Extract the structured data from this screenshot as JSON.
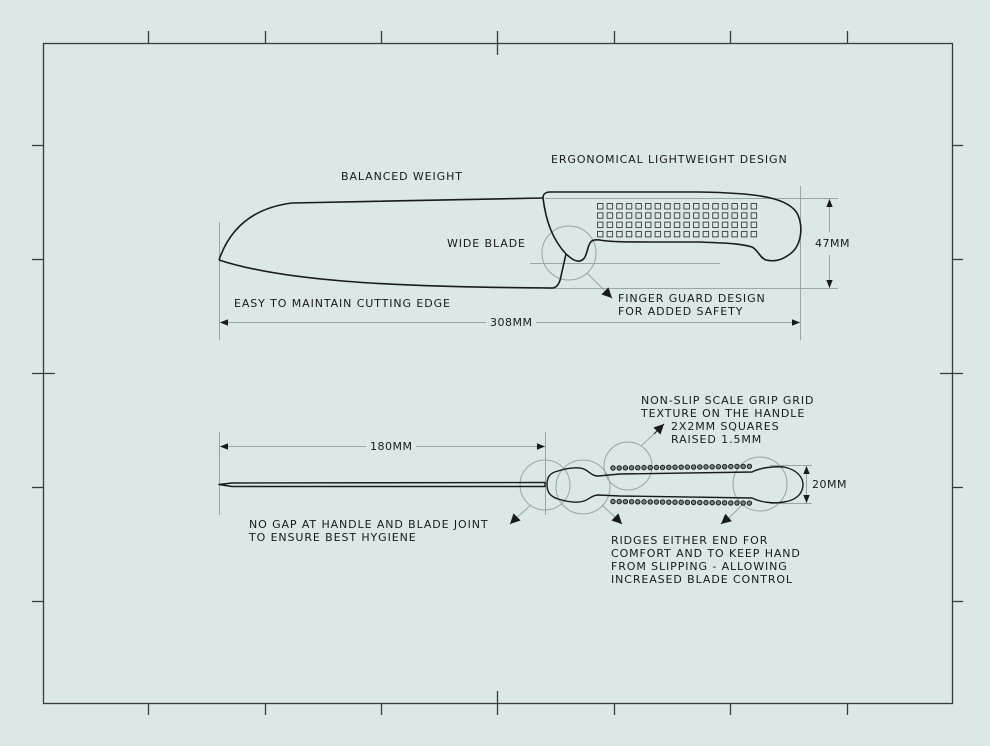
{
  "drawing": {
    "type": "technical-drawing",
    "subject": "knife",
    "colors": {
      "background": "#dbe8e7",
      "line": "#1a1a1a",
      "frame": "#3a3a3a",
      "construction": "#9aa5a5"
    }
  },
  "side_view": {
    "labels": {
      "balanced_weight": "BALANCED WEIGHT",
      "ergonomic": "ERGONOMICAL LIGHTWEIGHT DESIGN",
      "wide_blade": "WIDE BLADE",
      "cutting_edge": "EASY TO MAINTAIN CUTTING EDGE",
      "finger_guard_line1": "FINGER GUARD DESIGN",
      "finger_guard_line2": "FOR ADDED SAFETY"
    },
    "dimensions": {
      "length": "308MM",
      "height": "47MM"
    },
    "grip_grid": {
      "columns": 17,
      "rows": 4
    }
  },
  "top_view": {
    "labels": {
      "grip_line1": "NON-SLIP SCALE GRIP GRID",
      "grip_line2": "TEXTURE ON THE HANDLE",
      "grip_line3": "2X2MM SQUARES",
      "grip_line4": "RAISED 1.5MM",
      "joint_line1": "NO GAP AT HANDLE AND BLADE JOINT",
      "joint_line2": "TO ENSURE BEST HYGIENE",
      "ridges_line1": "RIDGES EITHER END FOR",
      "ridges_line2": "COMFORT AND TO KEEP HAND",
      "ridges_line3": "FROM SLIPPING - ALLOWING",
      "ridges_line4": "INCREASED BLADE CONTROL"
    },
    "dimensions": {
      "blade_length": "180MM",
      "handle_width": "20MM"
    }
  }
}
